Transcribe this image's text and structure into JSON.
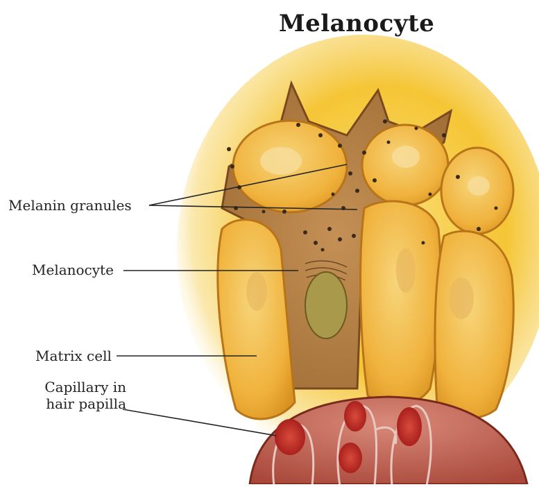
{
  "title": "Melanocyte",
  "labels": {
    "melanin_granules": "Melanin granules",
    "melanocyte": "Melanocyte",
    "matrix_cell": "Matrix cell",
    "capillary_line1": "Capillary in",
    "capillary_line2": "hair papilla"
  },
  "colors": {
    "glow": "#f4c21a",
    "cell_fill": "#f2b63a",
    "cell_edge": "#c47a18",
    "melanocyte_body": "#a8743a",
    "nucleus": "#9a8a3a",
    "papilla": "#b04a3a",
    "capillary_red": "#b51e1e",
    "granule": "#3a2a1a"
  }
}
